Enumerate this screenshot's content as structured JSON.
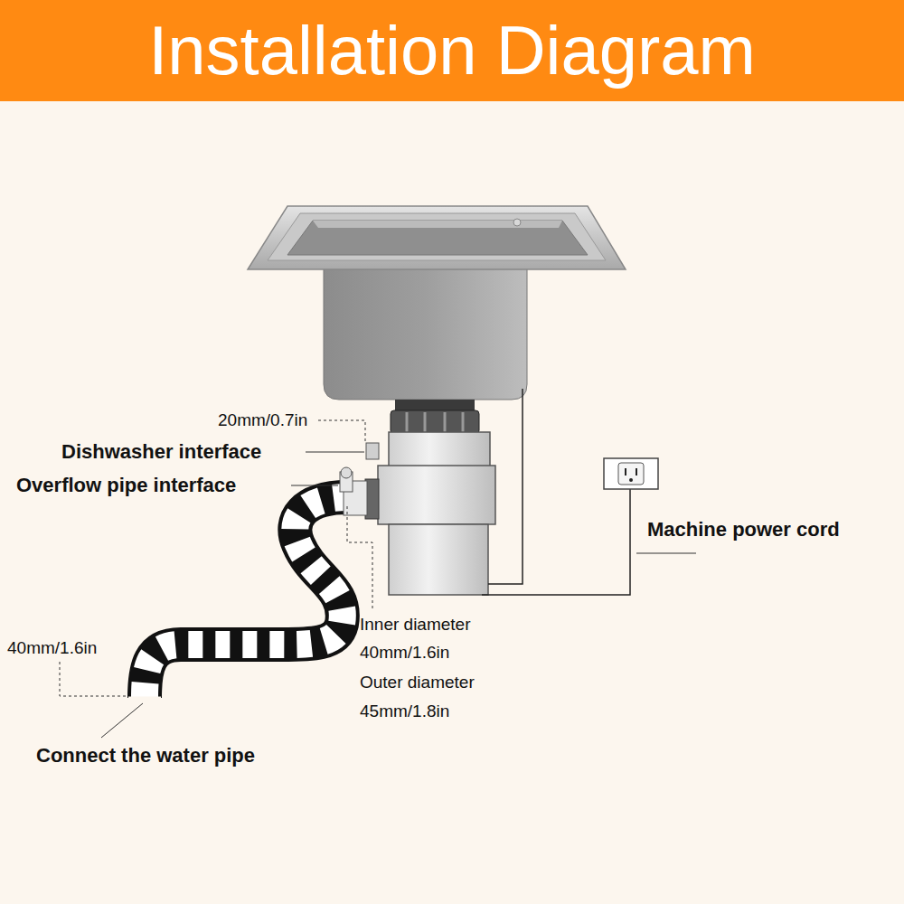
{
  "diagram": {
    "title": "Installation Diagram",
    "labels": [
      "20mm/0.7in",
      "Dishwasher interface",
      "Overflow pipe interface",
      "Machine power cord",
      "Inner diameter",
      "40mm/1.6in",
      "Outer diameter",
      "45mm/1.8in",
      "40mm/1.6in",
      "Connect the water pipe"
    ]
  }
}
